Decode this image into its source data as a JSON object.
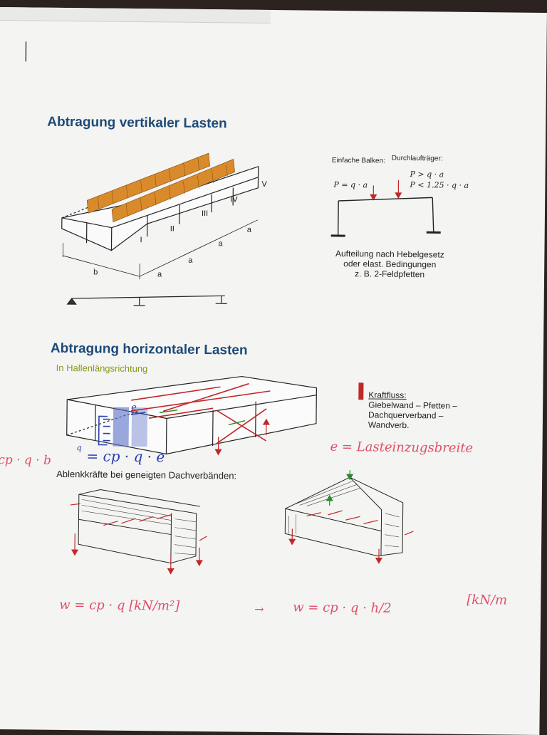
{
  "sections": {
    "vertical_title": "Abtragung vertikaler Lasten",
    "horizontal_title": "Abtragung horizontaler Lasten",
    "horizontal_subtitle": "In Hallenlängsrichtung"
  },
  "frame": {
    "simple_beam_label": "Einfache Balken:",
    "simple_beam_formula": "P = q · a",
    "continuous_beam_label": "Durchlaufträger:",
    "continuous_formula_1": "P > q · a",
    "continuous_formula_2": "P < 1.25 · q · a",
    "note_line1": "Aufteilung nach Hebelgesetz",
    "note_line2": "oder elast. Bedingungen",
    "note_line3": "z. B. 2-Feldpfetten"
  },
  "hall": {
    "fields": [
      "I",
      "II",
      "III",
      "IV",
      "V"
    ],
    "dim_b": "b",
    "dim_a": "a"
  },
  "force_flow": {
    "title": "Kraftfluss:",
    "line1": "Giebelwand – Pfetten –",
    "line2": "Dachquerverband –",
    "line3": "Wandverb."
  },
  "deflection_title": "Ablenkkräfte bei geneigten Dachverbänden:",
  "handwriting": {
    "e_definition": "e = Lasteinzugsbreite",
    "left_formula": "cp · q · b",
    "qw_label": "q",
    "qw_formula": "= cp · q · e",
    "e_symbol": "e",
    "bottom_left": "w = cp · q [kN/m²]",
    "arrow": "→",
    "bottom_right": "w = cp · q · h/2",
    "bottom_unit": "[kN/m"
  },
  "colors": {
    "title_blue": "#1d4a78",
    "subtitle_green": "#8a9a1a",
    "handwriting_pink": "#e0506a",
    "handwriting_blue": "#2a3fb0",
    "purlin_orange": "#d98a2b",
    "arrow_red": "#c0282a"
  }
}
